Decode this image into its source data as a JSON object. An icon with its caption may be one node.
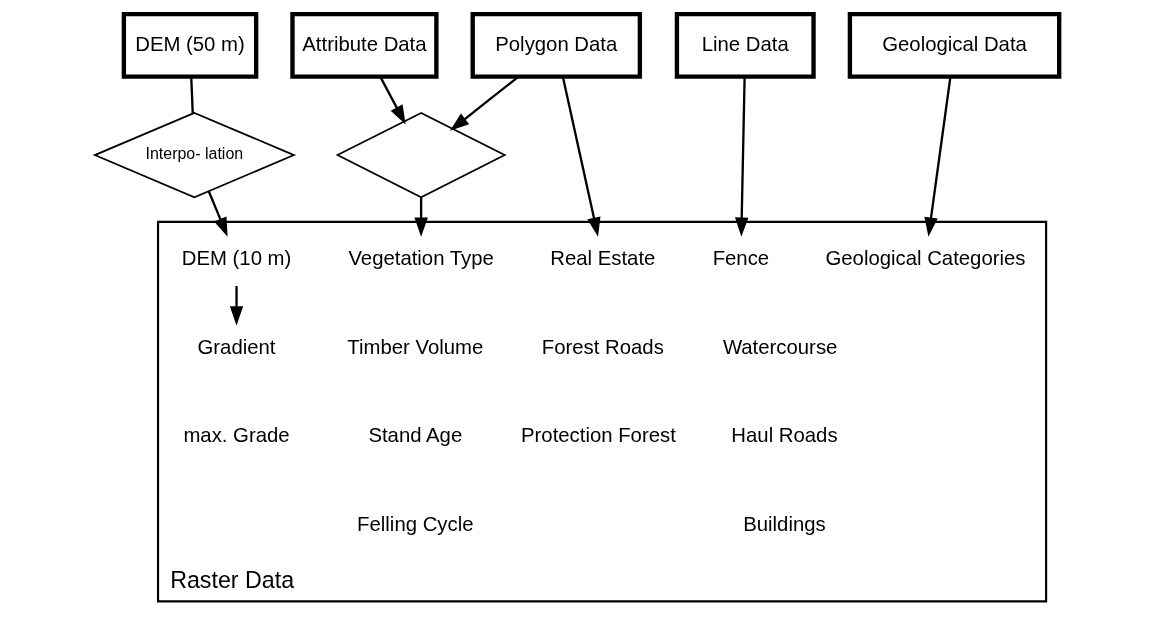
{
  "diagram": {
    "nodes": [
      {
        "text": [
          "DEM (50 m)"
        ]
      },
      {
        "text": [
          "Attribute Data"
        ]
      },
      {
        "text": [
          "Polygon Data"
        ]
      },
      {
        "text": [
          "Line Data"
        ]
      },
      {
        "text": [
          "Geological Data"
        ]
      },
      {
        "text": [
          "Interpo- lation"
        ]
      },
      {
        "text": [],
        "shape": "diamond"
      },
      {
        "text": [
          "Raster Data"
        ]
      },
      {
        "text": [
          "DEM (10 m)"
        ],
        "in": 7
      },
      {
        "text": [
          "Gradient"
        ],
        "in": 7
      },
      {
        "text": [
          "max. Grade"
        ],
        "in": 7
      },
      {
        "text": [
          "Vegetation Type"
        ],
        "in": 7
      },
      {
        "text": [
          "Timber Volume"
        ],
        "in": 7
      },
      {
        "text": [
          "Stand Age"
        ],
        "in": 7
      },
      {
        "text": [
          "Felling Cycle"
        ],
        "in": 7
      },
      {
        "text": [
          "Real Estate"
        ],
        "in": 7
      },
      {
        "text": [
          "Forest Roads"
        ],
        "in": 7
      },
      {
        "text": [
          "Protection Forest"
        ],
        "in": 7
      },
      {
        "text": [
          "Fence"
        ],
        "in": 7
      },
      {
        "text": [
          "Watercourse"
        ],
        "in": 7
      },
      {
        "text": [
          "Haul Roads"
        ],
        "in": 7
      },
      {
        "text": [
          "Buildings"
        ],
        "in": 7
      },
      {
        "text": [
          "Geological Categories"
        ],
        "in": 7
      }
    ],
    "edges": [
      {
        "from": 0,
        "to": 5,
        "arrow": "none"
      },
      {
        "from": 5,
        "to": 8,
        "arrow": "to"
      },
      {
        "from": 1,
        "to": 6,
        "arrow": "to"
      },
      {
        "from": 2,
        "to": 6,
        "arrow": "to"
      },
      {
        "from": 6,
        "to": 11,
        "arrow": "to"
      },
      {
        "from": 2,
        "to": 15,
        "arrow": "to"
      },
      {
        "from": 3,
        "to": 18,
        "arrow": "to"
      },
      {
        "from": 4,
        "to": 22,
        "arrow": "to"
      },
      {
        "from": 8,
        "to": 9,
        "arrow": "to"
      }
    ]
  }
}
